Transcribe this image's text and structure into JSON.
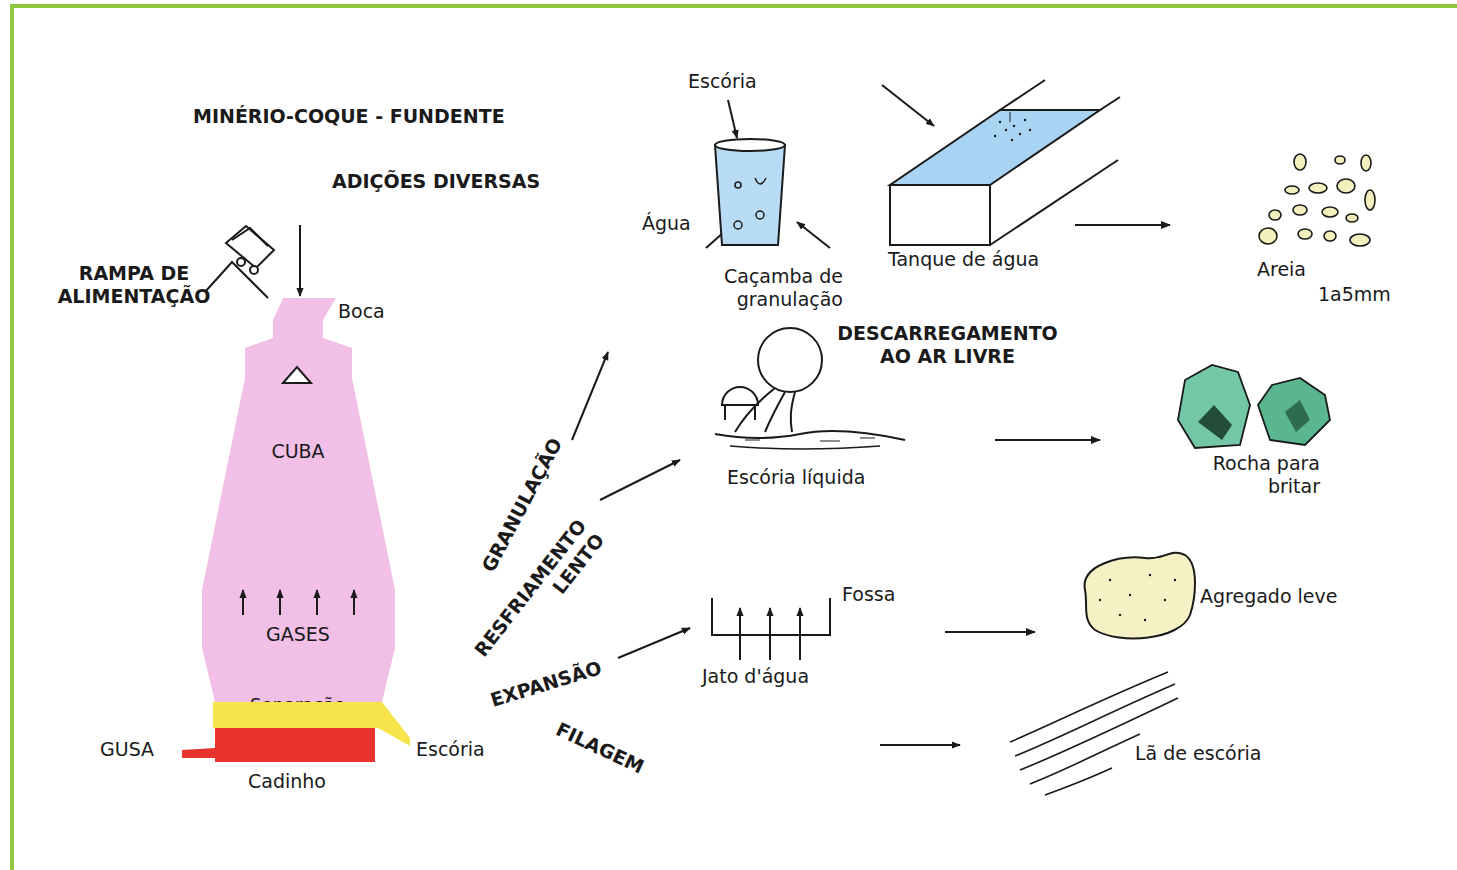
{
  "diagram": {
    "nodes": [
      {
        "text": [
          "Boca",
          "CUBA",
          "GASES",
          "Separação"
        ]
      },
      {
        "text": [
          "Escória"
        ]
      },
      {
        "text": [
          "GUSA"
        ]
      },
      {
        "text": [
          "Caçamba de granulação"
        ]
      },
      {
        "text": [
          "Tanque de água"
        ]
      },
      {
        "text": [
          "Areia",
          "1a5mm"
        ]
      },
      {
        "text": [
          "Escória líquida"
        ]
      },
      {
        "text": [
          "Rocha para britar"
        ]
      },
      {
        "text": [
          "Fossa",
          "Jato d'água"
        ]
      },
      {
        "text": [
          "Agregado leve"
        ]
      },
      {
        "text": [
          "Lã de escória"
        ]
      }
    ],
    "edges": [
      {
        "from": 4,
        "to": 5,
        "arrow": "to"
      },
      {
        "from": 6,
        "to": 7,
        "arrow": "to"
      },
      {
        "from": 8,
        "to": 9,
        "arrow": "to"
      }
    ],
    "labels": [
      "MINÉRIO-COQUE - FUNDENTE",
      "ADIÇÕES DIVERSAS",
      "RAMPA DE ALIMENTAÇÃO",
      "Escória",
      "Água",
      "DESCARREGAMENTO AO AR LIVRE",
      "GRANULAÇÃO",
      "RESFRIAMENTO LENTO",
      "EXPANSÃO",
      "FILAGEM",
      "Cadinho"
    ]
  }
}
